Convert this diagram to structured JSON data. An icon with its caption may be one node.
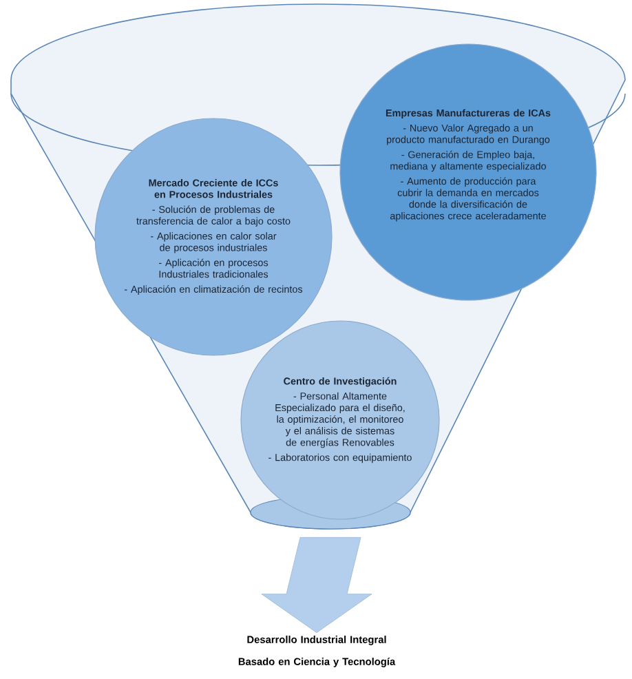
{
  "diagram": {
    "nodes": [
      {
        "text": [],
        "shape": "funnel"
      },
      {
        "in": 0,
        "text": [
          "Mercado Creciente de ICCs en Procesos Industriales",
          "- Solución de problemas de transferencia de calor a bajo costo",
          "- Aplicaciones en calor solar de procesos industriales",
          "- Aplicación en procesos Industriales tradicionales",
          "- Aplicación en climatización de recintos"
        ]
      },
      {
        "in": 0,
        "text": [
          "Empresas Manufactureras de ICAs",
          "- Nuevo Valor Agregado a un producto manufacturado en Durango",
          "- Generación de Empleo baja, mediana y altamente especializado",
          "- Aumento de producción para cubrir la demanda en mercados donde la diversificación de aplicaciones crece aceleradamente"
        ]
      },
      {
        "in": 0,
        "text": [
          "Centro de Investigación",
          "- Personal Altamente Especializado para el diseño, la optimización, el monitoreo y el análisis de sistemas de energías Renovables",
          "- Laboratorios con equipamiento"
        ]
      },
      {
        "text": [
          "Desarrollo Industrial Integral Basado en Ciencia y Tecnología"
        ]
      }
    ],
    "edges": [
      {
        "from": 0,
        "to": 4,
        "arrow": "to"
      }
    ]
  }
}
